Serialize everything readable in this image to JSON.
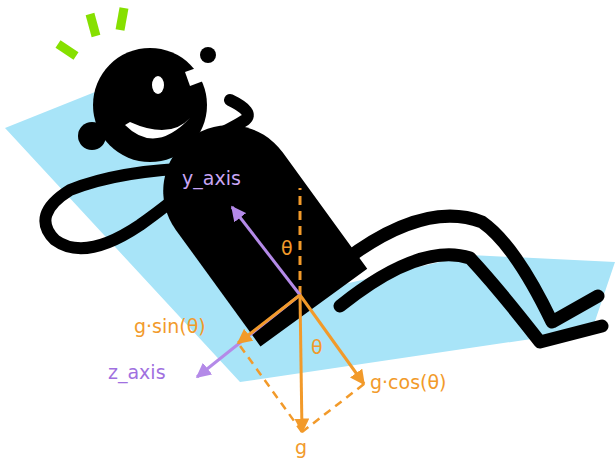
{
  "diagram": {
    "labels": [
      "y_axis",
      "θ",
      "g·sin(θ)",
      "z_axis",
      "θ",
      "g·cos(θ)",
      "g"
    ]
  }
}
